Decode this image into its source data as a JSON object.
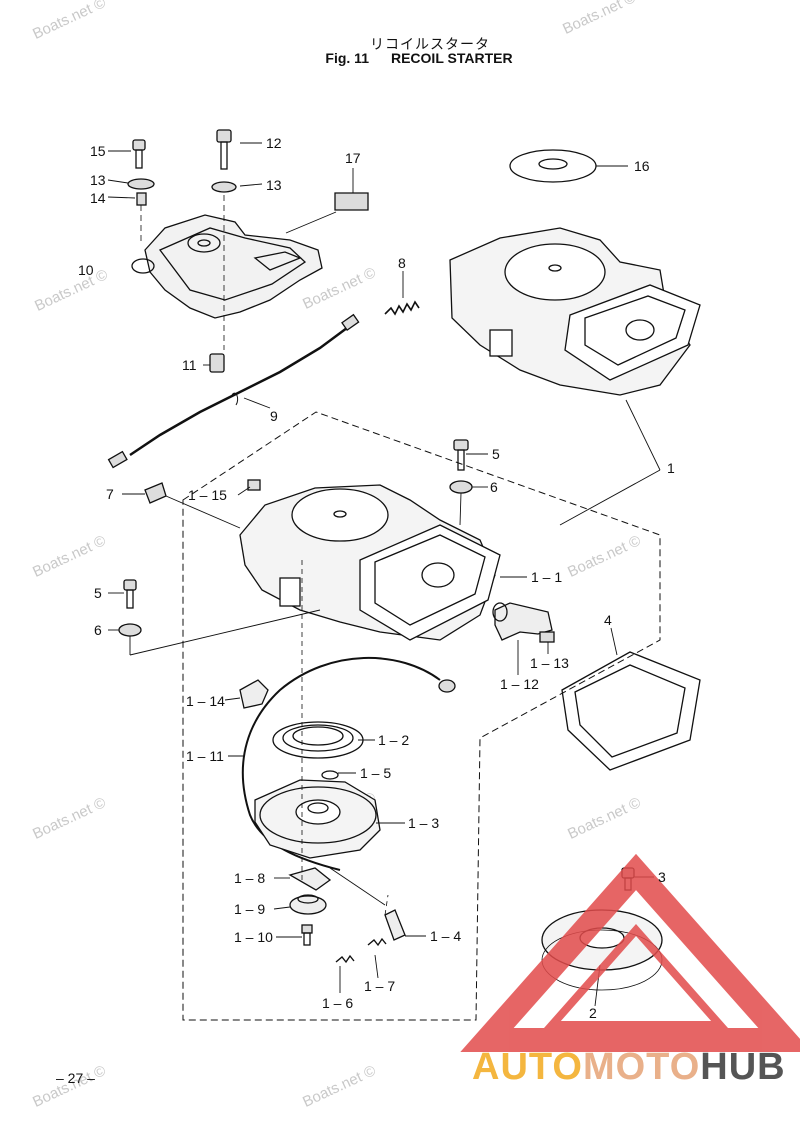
{
  "header": {
    "japanese_title": "リコイルスタータ",
    "fig_number": "Fig. 11",
    "title": "RECOIL STARTER"
  },
  "page_number": "– 27 –",
  "watermark": "Boats.net ©",
  "brand": {
    "part1": "AUTO",
    "part2": "MOTO",
    "part3": "HUB"
  },
  "colors": {
    "logo_red": "#e24b4b",
    "logo_yellow": "#f4b63f",
    "logo_gray": "#555555",
    "line": "#111111"
  },
  "callouts": [
    "15",
    "13",
    "14",
    "12",
    "13",
    "17",
    "16",
    "10",
    "8",
    "11",
    "9",
    "1",
    "5",
    "7",
    "1 – 15",
    "6",
    "1 – 1",
    "5",
    "6",
    "4",
    "1 – 13",
    "1 – 12",
    "1 – 14",
    "1 – 2",
    "1 – 11",
    "1 – 5",
    "1 – 3",
    "3",
    "1 – 8",
    "1 – 9",
    "1 – 10",
    "1 – 4",
    "1 – 7",
    "1 – 6",
    "2"
  ]
}
